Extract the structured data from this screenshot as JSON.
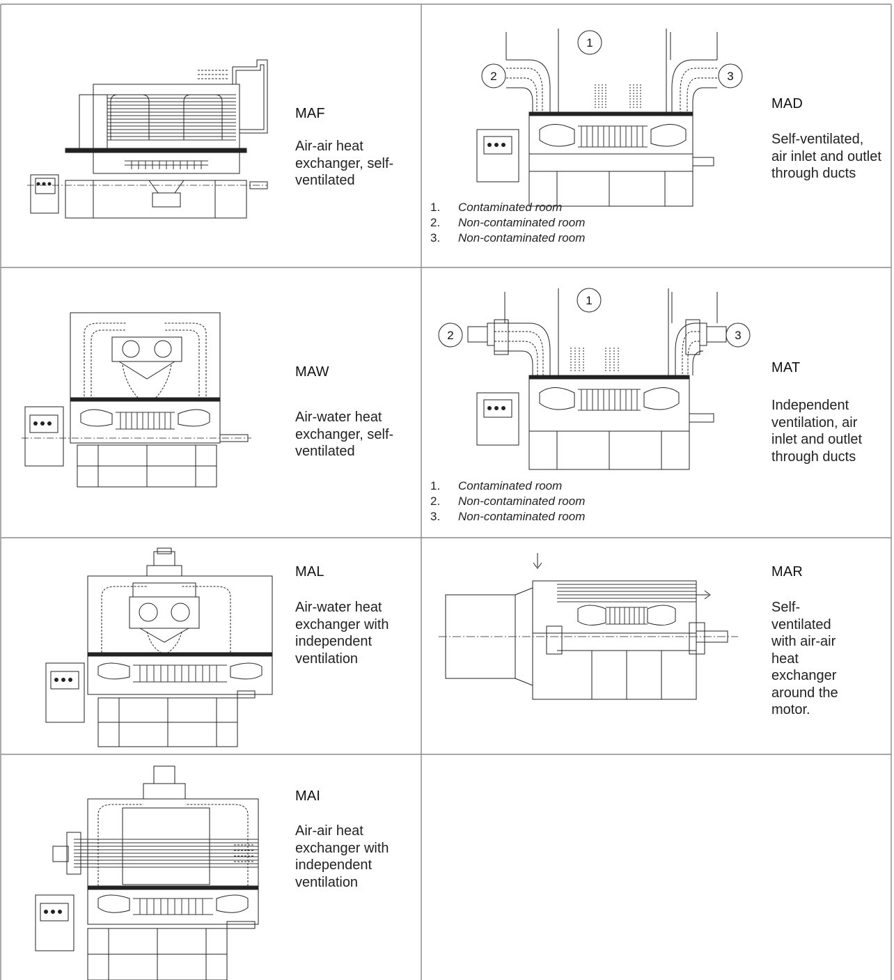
{
  "cells": {
    "maf": {
      "code": "MAF",
      "description": "Air-air heat exchanger, self-ventilated"
    },
    "mad": {
      "code": "MAD",
      "description": "Self-ventilated, air inlet and outlet through ducts",
      "callouts": [
        "1",
        "2",
        "3"
      ],
      "legend": [
        {
          "number": "1.",
          "text": "Contaminated room"
        },
        {
          "number": "2.",
          "text": "Non-contaminated room"
        },
        {
          "number": "3.",
          "text": "Non-contaminated room"
        }
      ]
    },
    "maw": {
      "code": "MAW",
      "description": "Air-water heat exchanger, self-ventilated"
    },
    "mat": {
      "code": "MAT",
      "description": "Independent ventilation, air inlet and outlet through ducts",
      "callouts": [
        "1",
        "2",
        "3"
      ],
      "legend": [
        {
          "number": "1.",
          "text": "Contaminated room"
        },
        {
          "number": "2.",
          "text": "Non-contaminated room"
        },
        {
          "number": "3.",
          "text": "Non-contaminated room"
        }
      ]
    },
    "mal": {
      "code": "MAL",
      "description": "Air-water heat exchanger with independent ventilation"
    },
    "mar": {
      "code": "MAR",
      "description": "Self-ventilated with air-air heat exchanger around the motor."
    },
    "mai": {
      "code": "MAI",
      "description": "Air-air heat exchanger with independent ventilation"
    }
  }
}
